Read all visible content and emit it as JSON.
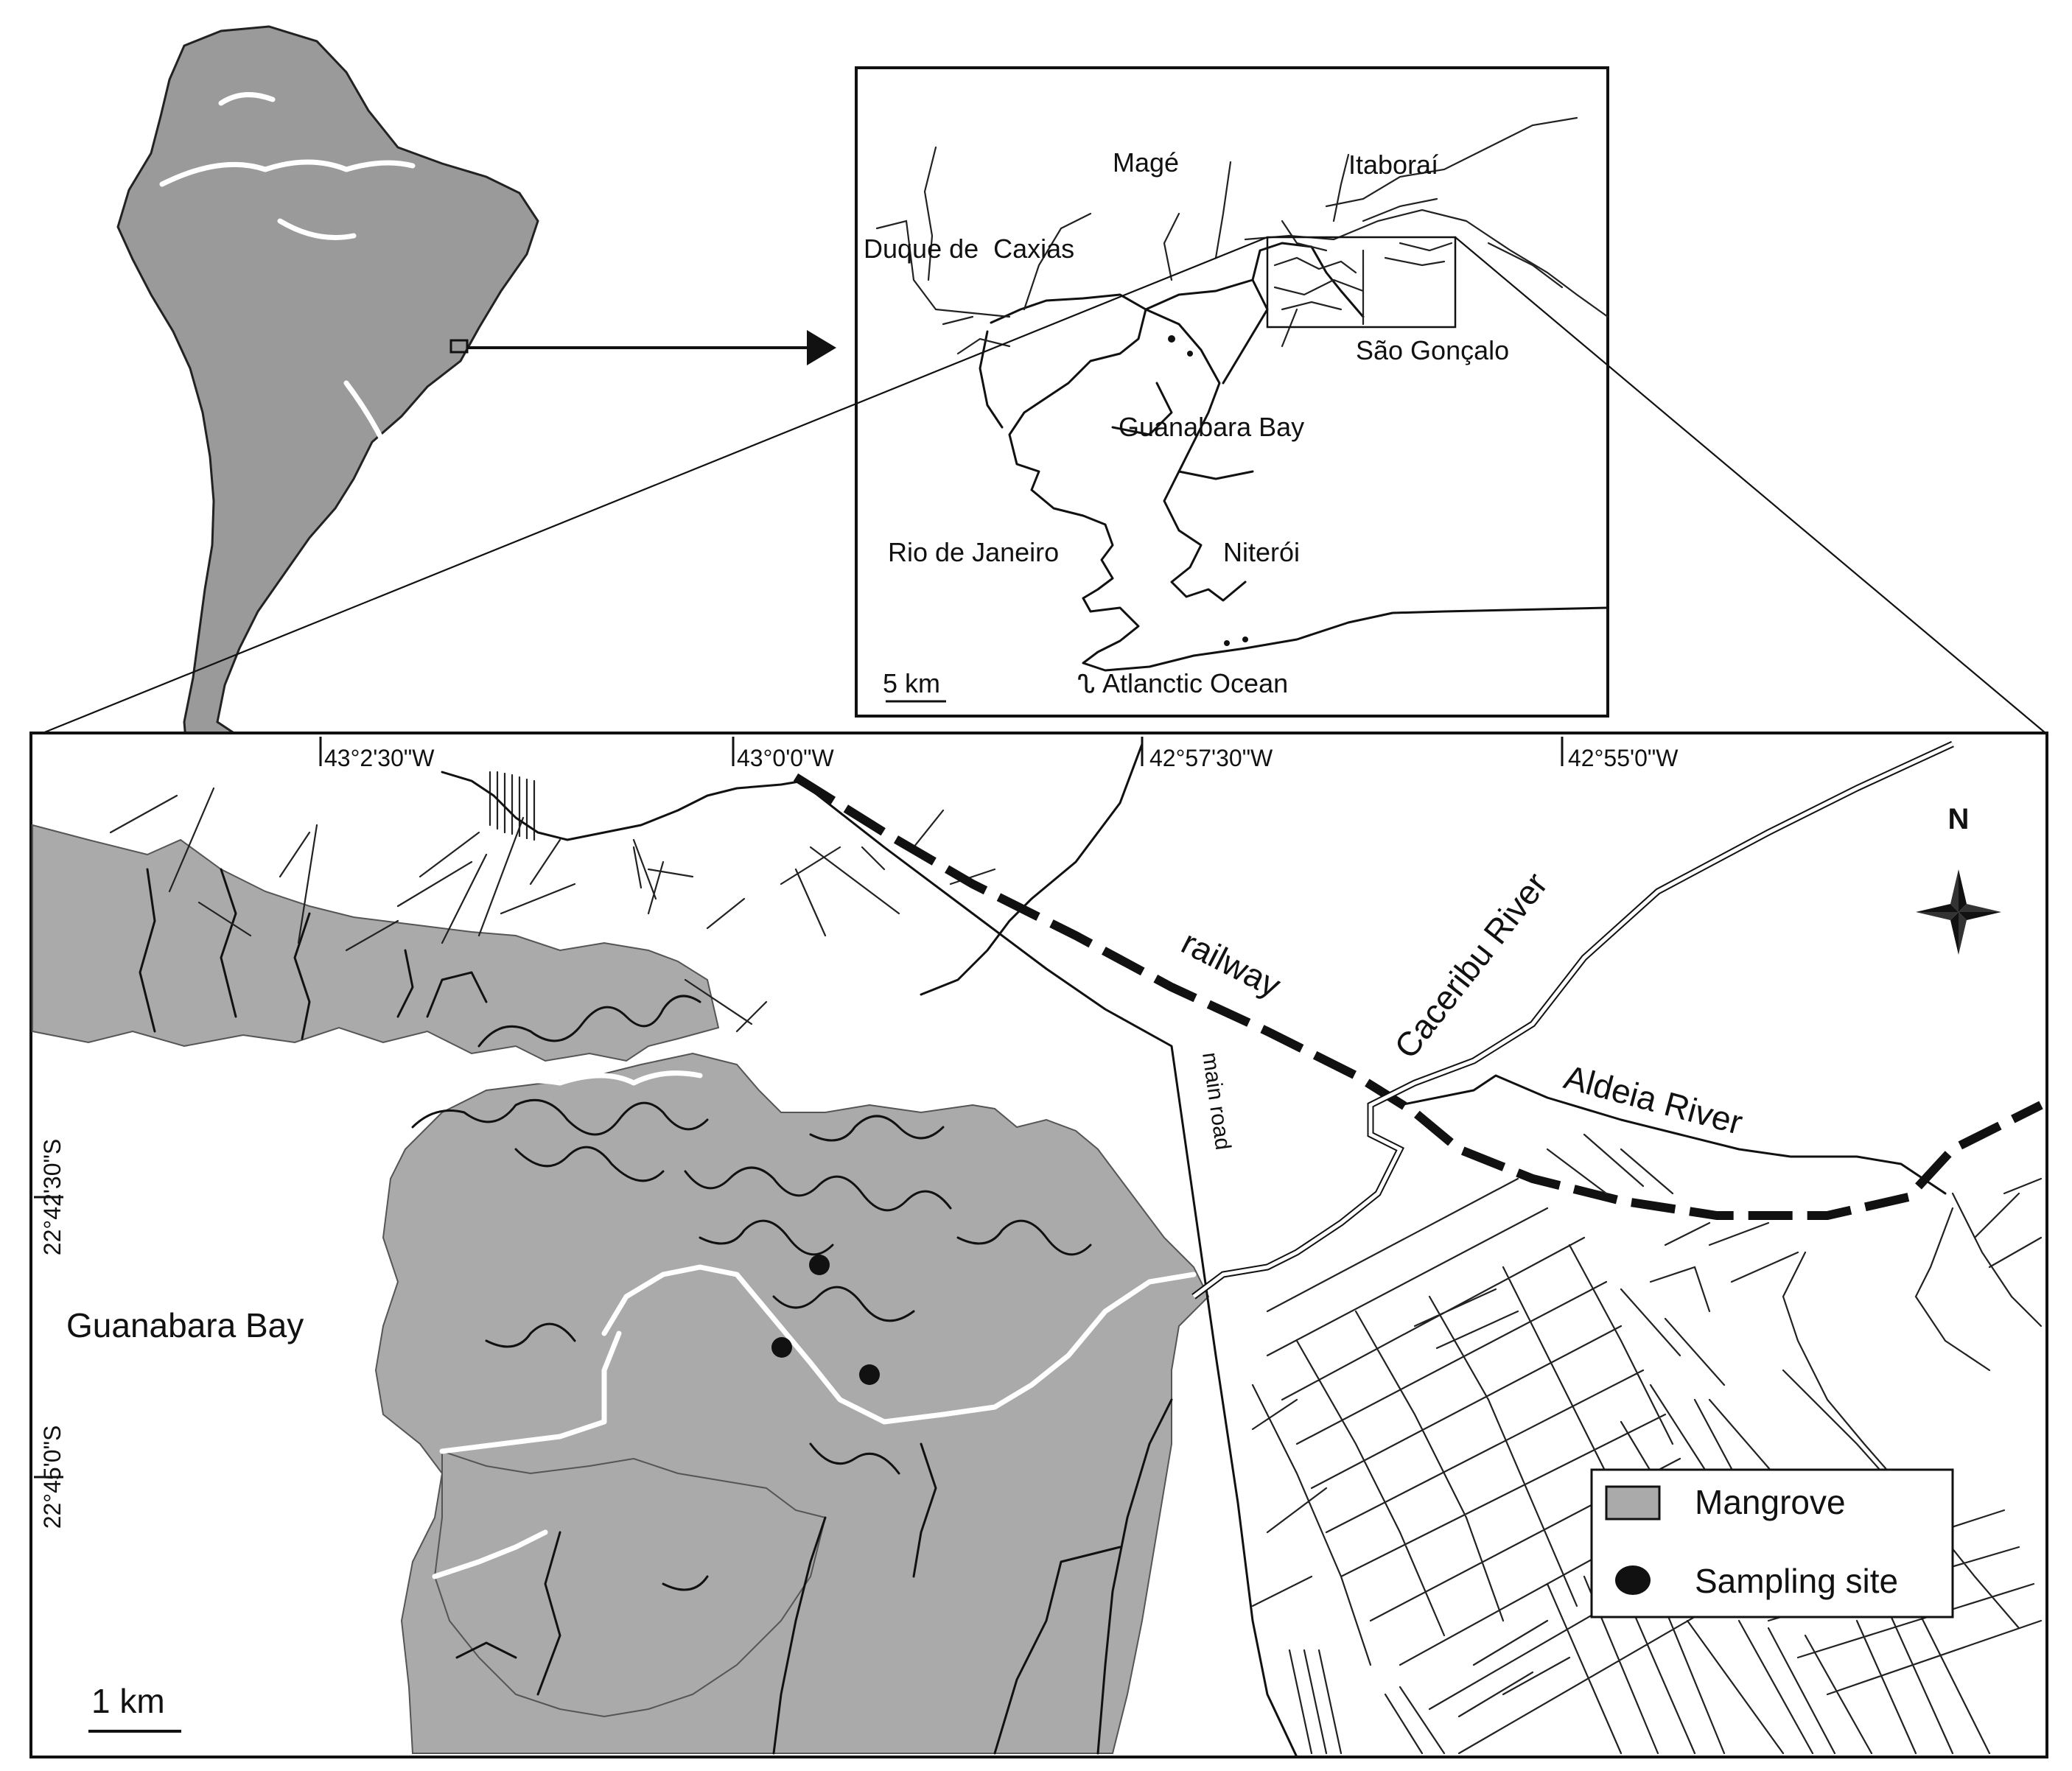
{
  "colors": {
    "mangrove": "#aaaaaa",
    "continent": "#9a9a9a",
    "ink": "#111111",
    "background": "#ffffff"
  },
  "inset_map": {
    "places": [
      "Magé",
      "Itaboraí",
      "Duque de  Caxias",
      "São Gonçalo",
      "Guanabara Bay",
      "Rio de Janeiro",
      "Niterói",
      "Atlanctic Ocean"
    ],
    "scale_label": "5 km"
  },
  "main_map": {
    "top_coords": [
      "43°2'30\"W",
      "43°0'0\"W",
      "42°57'30\"W",
      "42°55'0\"W"
    ],
    "side_coords": [
      "22°42'30\"S",
      "22°45'0\"S"
    ],
    "labels": {
      "railway": "railway",
      "main_road": "main road",
      "caceribu": "Caceribu River",
      "aldeia": "Aldeia River",
      "bay": "Guanabara Bay",
      "north": "N"
    },
    "scale_label": "1 km"
  },
  "legend": {
    "items": [
      {
        "label": "Mangrove",
        "symbol": "square"
      },
      {
        "label": "Sampling site",
        "symbol": "dot"
      }
    ]
  },
  "icons": [
    "compass-rose-icon",
    "arrow-right-icon"
  ]
}
